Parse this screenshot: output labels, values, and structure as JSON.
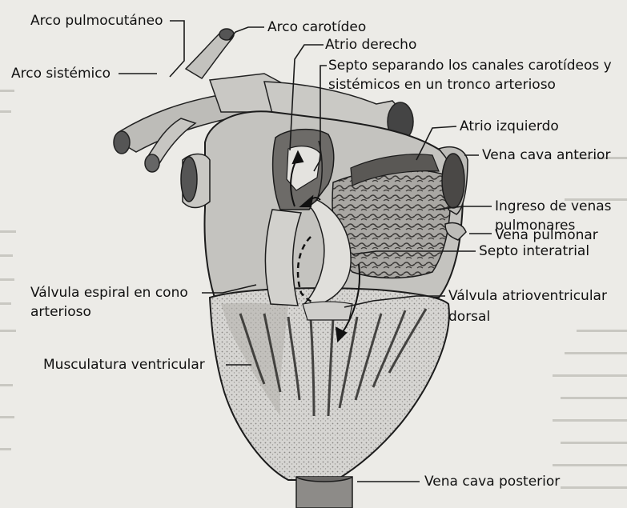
{
  "labels": {
    "arco_pulmocutaneo": "Arco pulmocutáneo",
    "arco_carotideo": "Arco carotídeo",
    "atrio_derecho": "Atrio derecho",
    "septo_1": "Septo separando los canales carotídeos y",
    "septo_2": "sistémicos en un tronco arterioso",
    "arco_sistemico": "Arco sistémico",
    "atrio_izquierdo": "Atrio izquierdo",
    "vena_cava_anterior": "Vena cava anterior",
    "ingreso_1": "Ingreso de venas",
    "ingreso_2": "pulmonares",
    "vena_pulmonar": "Vena pulmonar",
    "septo_interatrial": "Septo interatrial",
    "valvula_espiral_1": "Válvula espiral en cono",
    "valvula_espiral_2": "arterioso",
    "valvula_av_1": "Válvula atrioventricular",
    "valvula_av_2": "dorsal",
    "musculatura": "Musculatura ventricular",
    "vena_cava_posterior": "Vena cava posterior"
  },
  "colors": {
    "background": "#ecebe7",
    "ink": "#111111",
    "tissue": "#cfcecb",
    "tissue_dark": "#7a7875"
  }
}
